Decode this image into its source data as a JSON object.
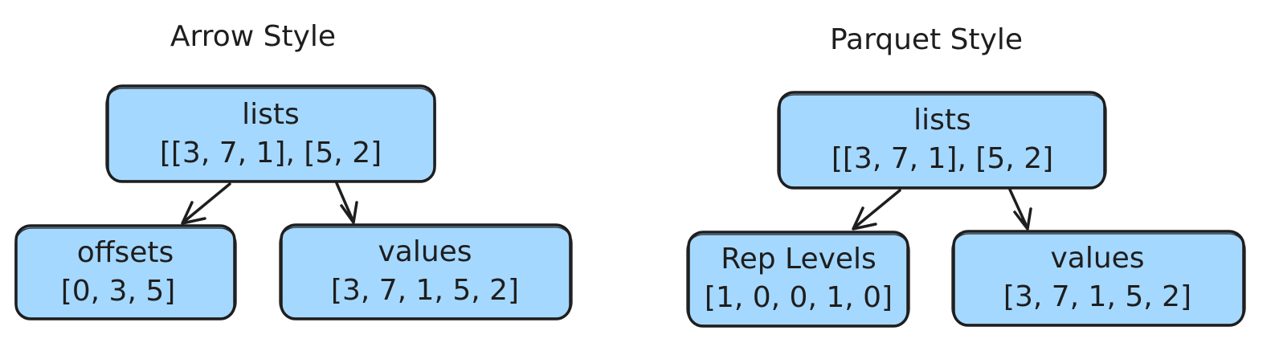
{
  "colors": {
    "box_fill": "#a5d8ff",
    "stroke": "#1e1e1e"
  },
  "arrow_style": {
    "title": "Arrow Style",
    "root": {
      "line1": "lists",
      "line2": "[[3, 7, 1], [5, 2]"
    },
    "left": {
      "line1": "offsets",
      "line2": "[0, 3, 5]"
    },
    "right": {
      "line1": "values",
      "line2": "[3, 7, 1, 5, 2]"
    }
  },
  "parquet_style": {
    "title": "Parquet Style",
    "root": {
      "line1": "lists",
      "line2": "[[3, 7, 1], [5, 2]"
    },
    "left": {
      "line1": "Rep Levels",
      "line2": "[1, 0, 0, 1, 0]"
    },
    "right": {
      "line1": "values",
      "line2": "[3, 7, 1, 5, 2]"
    }
  }
}
